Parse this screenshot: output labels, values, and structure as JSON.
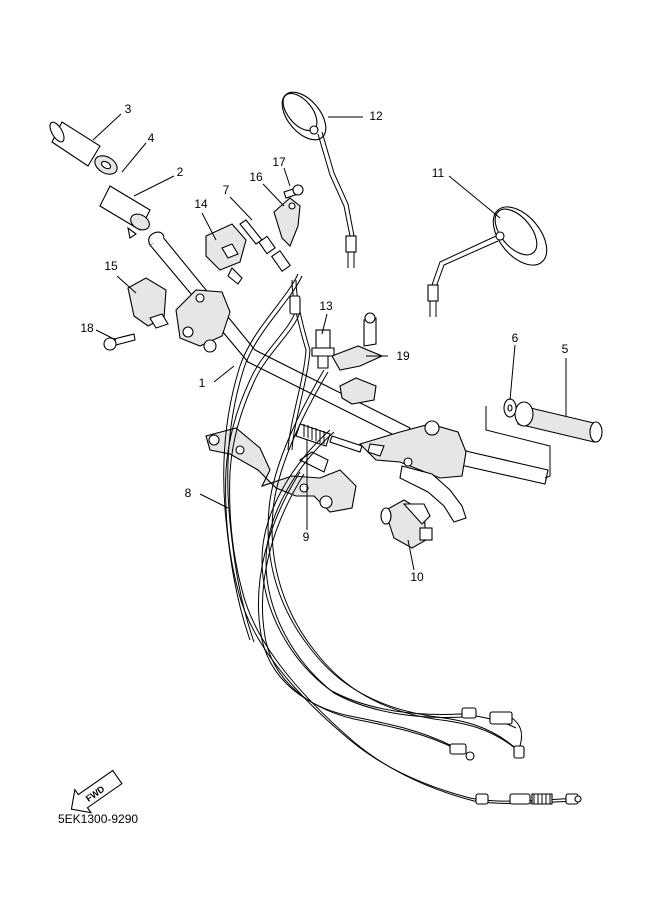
{
  "diagram": {
    "part_code": "5EK1300-9290",
    "fwd_label": "FWD",
    "callouts": {
      "c1": "1",
      "c2": "2",
      "c3": "3",
      "c4": "4",
      "c5": "5",
      "c6": "6",
      "c7": "7",
      "c8": "8",
      "c9": "9",
      "c10": "10",
      "c11": "11",
      "c12": "12",
      "c13": "13",
      "c14": "14",
      "c15": "15",
      "c16": "16",
      "c17": "17",
      "c18": "18",
      "c19": "19"
    }
  }
}
